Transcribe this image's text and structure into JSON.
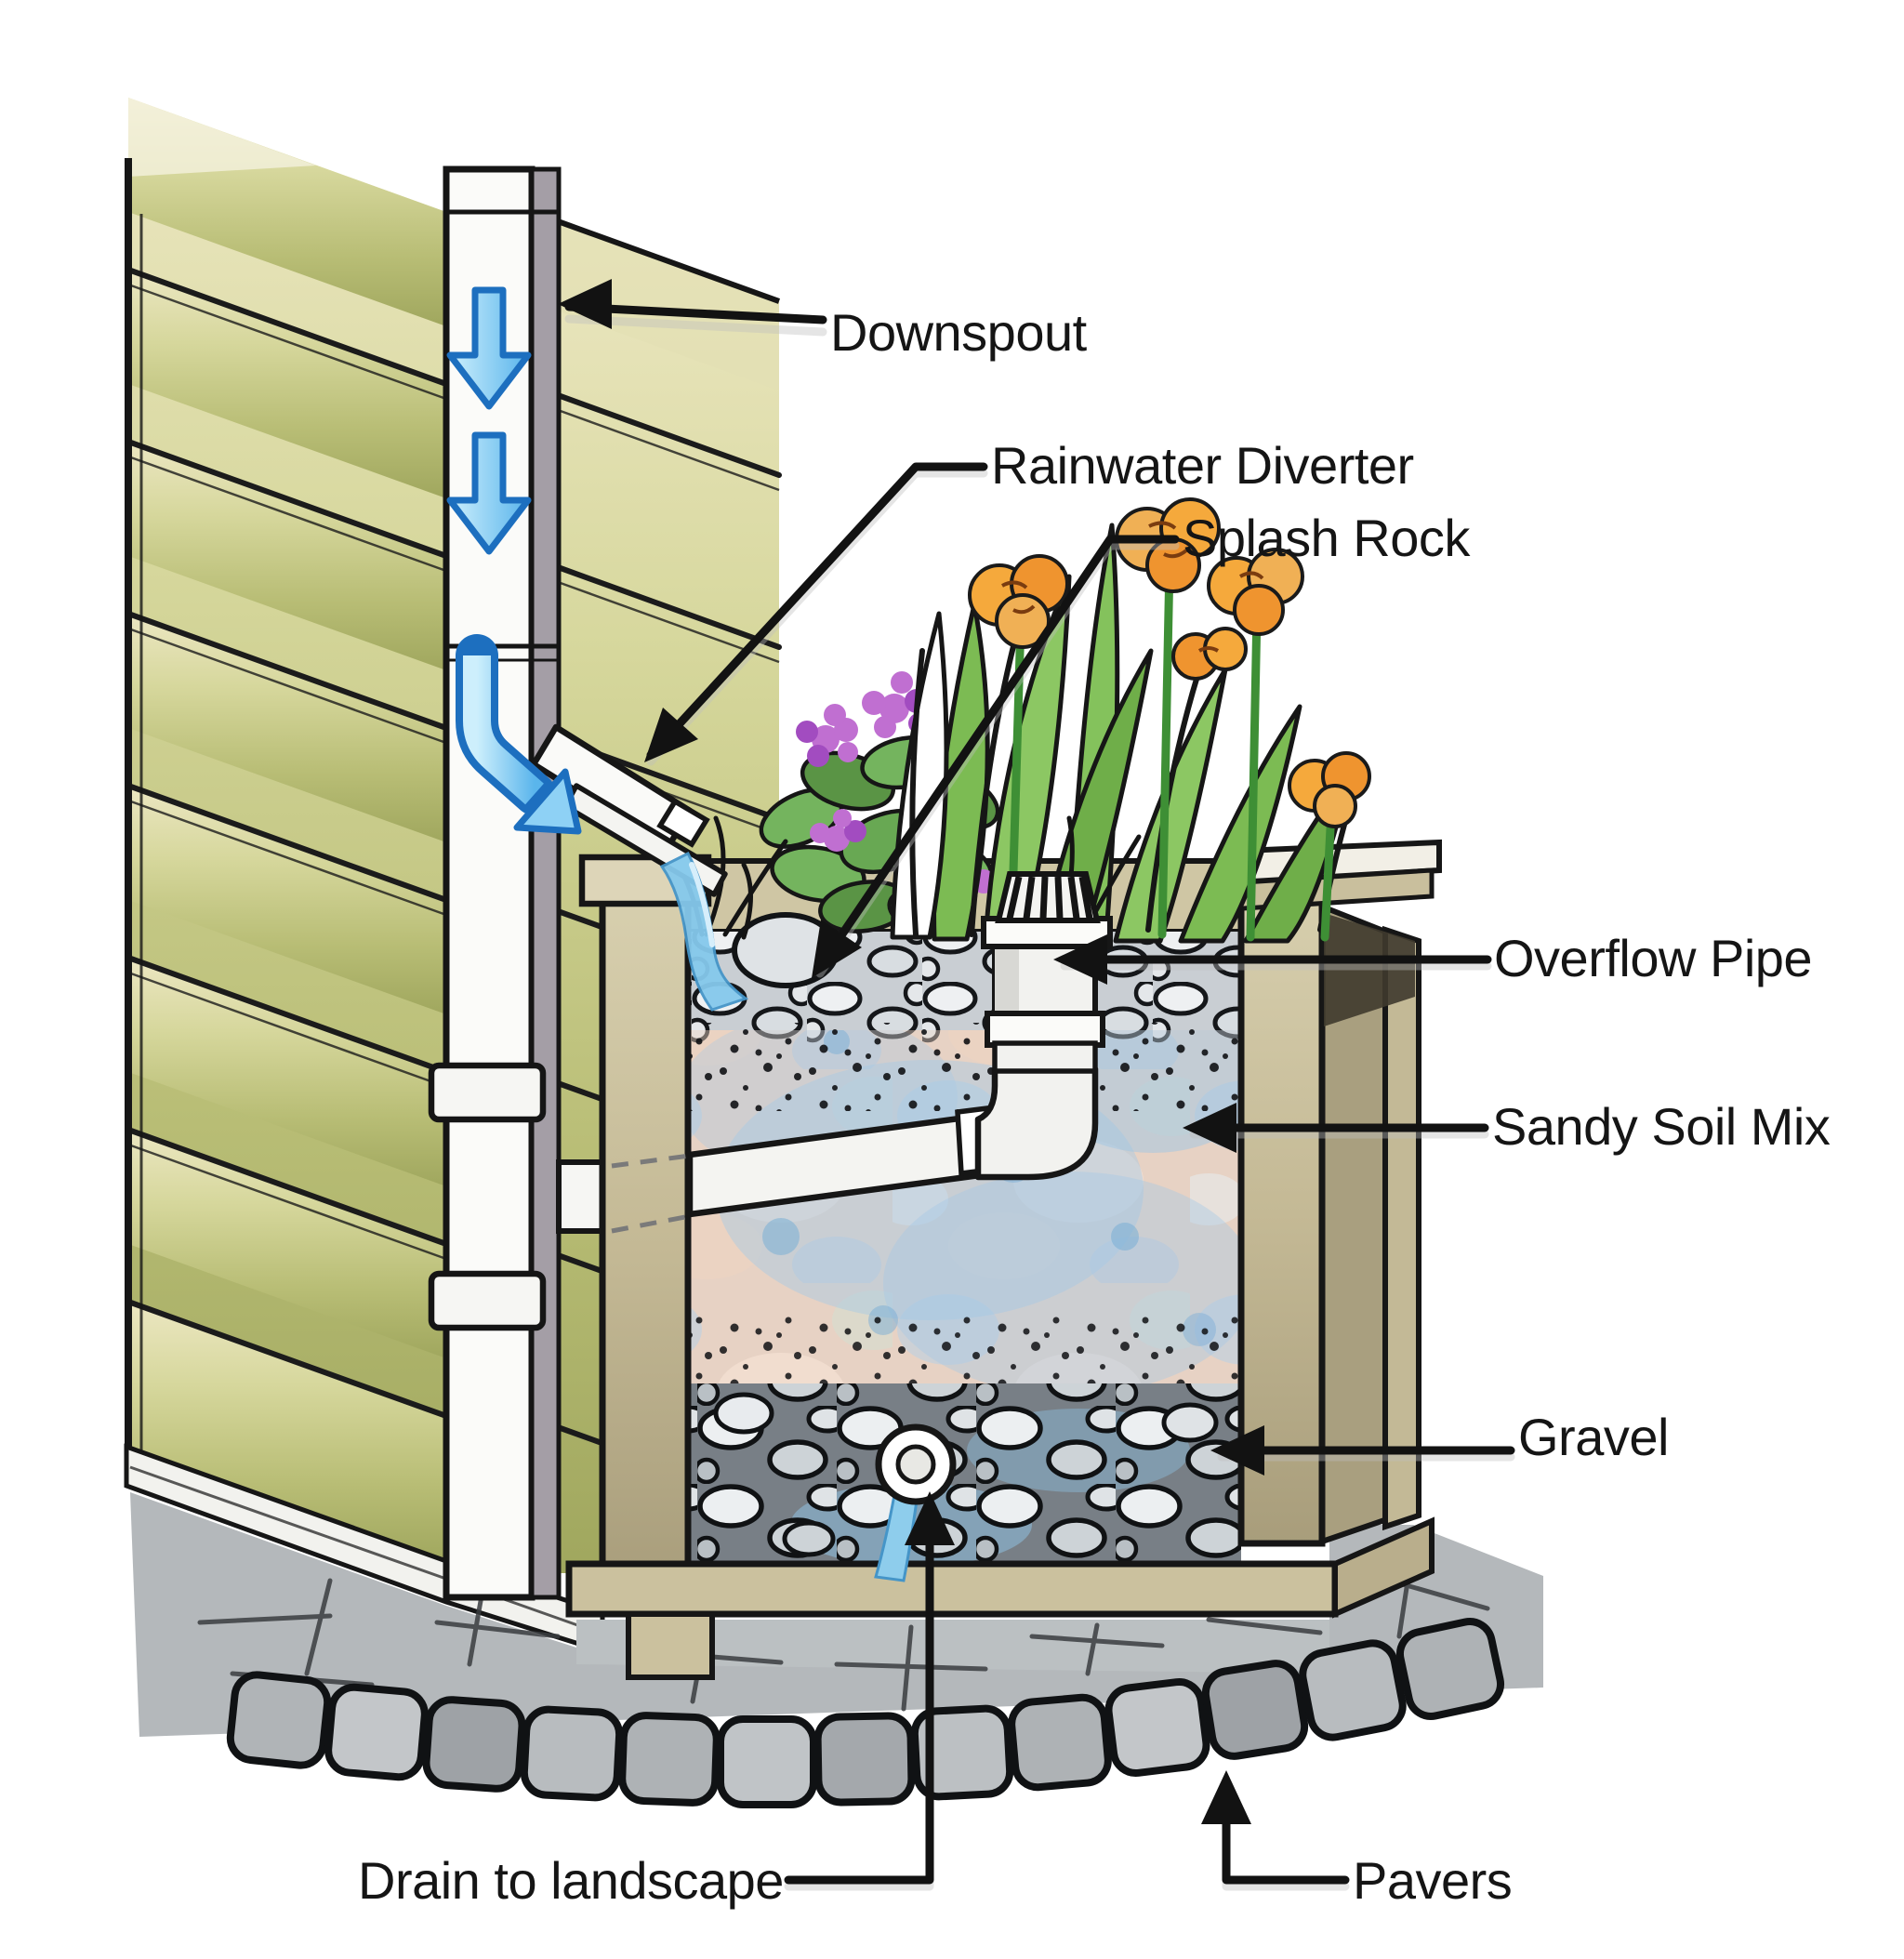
{
  "labels": {
    "downspout": "Downspout",
    "rainwater_diverter": "Rainwater Diverter",
    "splash_rock": "Splash Rock",
    "overflow_pipe": "Overflow Pipe",
    "sandy_soil_mix": "Sandy Soil Mix",
    "gravel": "Gravel",
    "drain_to_landscape": "Drain to landscape",
    "pavers": "Pavers"
  },
  "icons": {
    "water_flow_arrow": "down-arrow",
    "water_flow_bend_arrow": "bent-down-right-arrow",
    "leader_arrowhead": "solid-triangle"
  },
  "palette": {
    "line_black": "#141414",
    "arrow_blue_fill": "#9adcf7",
    "arrow_blue_stroke": "#1d6fbf",
    "water_blue": "#85c9ec",
    "siding_olive": "#b8bd75",
    "siding_cream": "#ece7c2",
    "wood_tan": "#cbc19e",
    "pipe_white": "#f6f6f3",
    "soil_pink": "#e7d2c4",
    "soil_blue": "#a5c9e6",
    "gravel_gray": "#787f86",
    "paver_gray": "#b4b8bb",
    "leaf_green": "#7cbb53",
    "flower_orange": "#f5a93c",
    "flower_purple": "#c06fd1"
  }
}
